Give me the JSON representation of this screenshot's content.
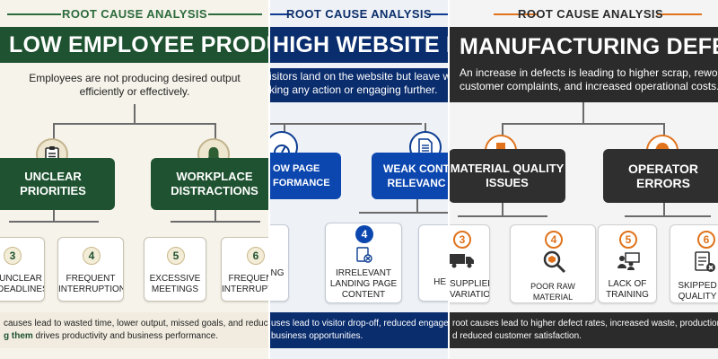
{
  "panels": [
    {
      "header": "ROOT CAUSE ANALYSIS",
      "title": "LOW EMPLOYEE PRODUCTIVITY",
      "subtitle": [
        "Employees are not producing desired output",
        "efficiently or effectively."
      ],
      "causes": [
        {
          "label": "UNCLEAR\nPRIORITIES",
          "icon": "clipboard-icon"
        },
        {
          "label": "WORKPLACE\nDISTRACTIONS",
          "icon": "bell-icon"
        }
      ],
      "cards": [
        {
          "num": "3",
          "label": "UNCLEAR\nDEADLINES"
        },
        {
          "num": "4",
          "label": "FREQUENT\nINTERRUPTIONS"
        },
        {
          "num": "5",
          "label": "EXCESSIVE\nMEETINGS"
        },
        {
          "num": "6",
          "label": "FREQUENT\nINTERRUPTIONS"
        }
      ],
      "footer": [
        "causes lead to wasted time, lower output, missed goals, and reduced e",
        "g them drives productivity and business performance."
      ],
      "footer_bold": "g them",
      "colors": {
        "accent": "#1e5230",
        "header_text": "#2c6b3c"
      }
    },
    {
      "header": "ROOT CAUSE ANALYSIS",
      "title": "HIGH WEBSITE BOUN",
      "subtitle": [
        "isitors land on the website but leave withou",
        "king any action or engaging further."
      ],
      "causes": [
        {
          "label": "OW PAGE\nFORMANCE",
          "icon": "gauge-icon"
        },
        {
          "label": "WEAK CONT\nRELEVANC",
          "icon": "document-icon"
        }
      ],
      "cards": [
        {
          "num": "",
          "label": "NG"
        },
        {
          "num": "4",
          "label": "IRRELEVANT\nLANDING PAGE\nCONTENT"
        },
        {
          "num": "",
          "label": "HE"
        }
      ],
      "footer": [
        "uses lead to visitor drop-off, reduced engageme",
        "business opportunities."
      ],
      "colors": {
        "accent": "#0c3d91",
        "header_text": "#0c2f6b"
      }
    },
    {
      "header": "ROOT CAUSE ANALYSIS",
      "title": "MANUFACTURING DEFECT INC",
      "subtitle": [
        "An increase in defects is leading to higher scrap, rework,",
        "customer complaints, and increased operational costs."
      ],
      "causes": [
        {
          "label": "MATERIAL QUALITY\nISSUES",
          "icon": "boxes-icon"
        },
        {
          "label": "OPERATOR\nERRORS",
          "icon": "worker-icon"
        }
      ],
      "cards": [
        {
          "num": "3",
          "label": "SUPPLIER\nVARIATION"
        },
        {
          "num": "4",
          "label": "POOR RAW MATERIAL\nINSPECTION"
        },
        {
          "num": "5",
          "label": "LACK OF\nTRAINING"
        },
        {
          "num": "6",
          "label": "SKIPPED\nQUALITY CHE"
        }
      ],
      "footer": [
        "root causes lead to higher defect rates, increased waste, production",
        "d reduced customer satisfaction."
      ],
      "colors": {
        "accent": "#e0731c",
        "header_text": "#2a2a2a"
      }
    }
  ]
}
